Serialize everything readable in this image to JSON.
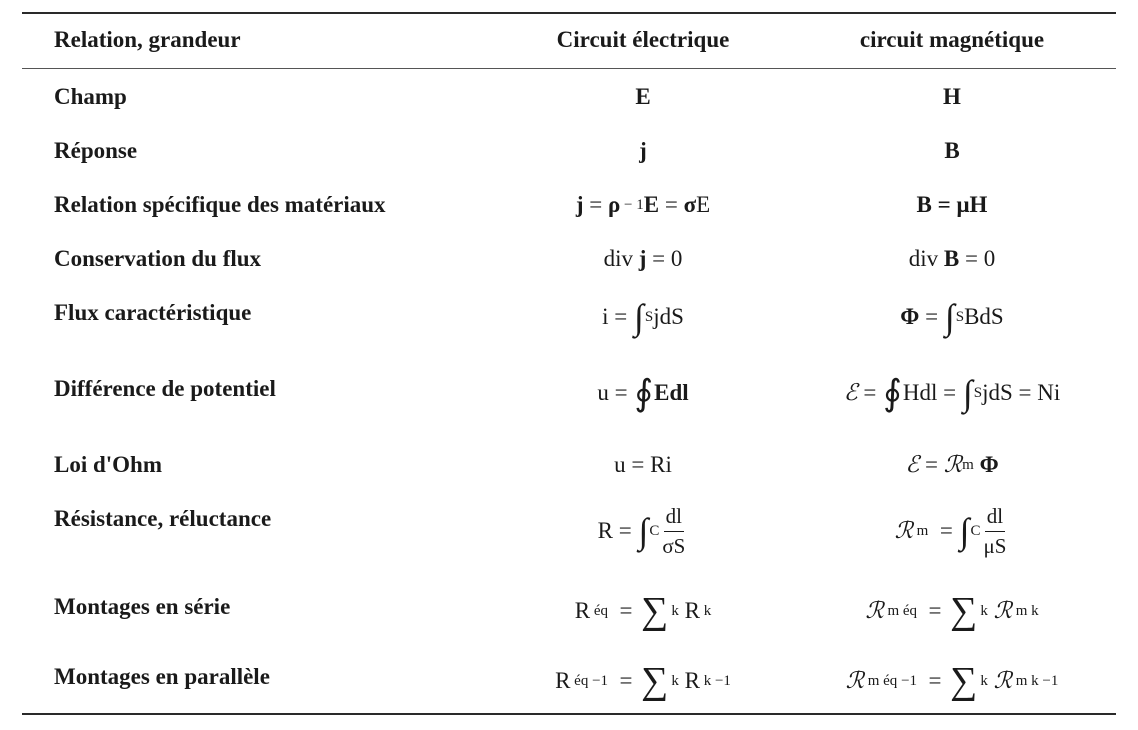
{
  "header": {
    "col1": "Relation, grandeur",
    "col2": "Circuit électrique",
    "col3": "circuit magnétique"
  },
  "rows": [
    {
      "label": "Champ",
      "electric": "E",
      "magnetic": "H"
    },
    {
      "label": "Réponse",
      "electric": "j",
      "magnetic": "B"
    },
    {
      "label": "Relation spécifique des matériaux",
      "electric": "j = ρ⁻¹E = σE",
      "magnetic": "B = μH"
    },
    {
      "label": "Conservation du flux",
      "electric": "div j = 0",
      "magnetic": "div B = 0"
    },
    {
      "label": "Flux caractéristique",
      "electric": "i = ∫S jdS",
      "magnetic": "Φ = ∫S BdS"
    },
    {
      "label": "Différence de potentiel",
      "electric": "u = ∮ Edl",
      "magnetic": "ℰ = ∮ Hdl = ∫S jdS = Ni"
    },
    {
      "label": "Loi d'Ohm",
      "electric": "u = Ri",
      "magnetic": "ℰ = ℛm Φ"
    },
    {
      "label": "Résistance, réluctance",
      "electric": "R = ∫C dl/σS",
      "magnetic": "ℛm = ∫C dl/μS"
    },
    {
      "label": "Montages en série",
      "electric": "Réq = Σk Rk",
      "magnetic": "ℛméq = Σk ℛmk"
    },
    {
      "label": "Montages en parallèle",
      "electric": "Réq⁻¹ = Σk Rk⁻¹",
      "magnetic": "ℛméq⁻¹ = Σk ℛmk⁻¹"
    }
  ]
}
